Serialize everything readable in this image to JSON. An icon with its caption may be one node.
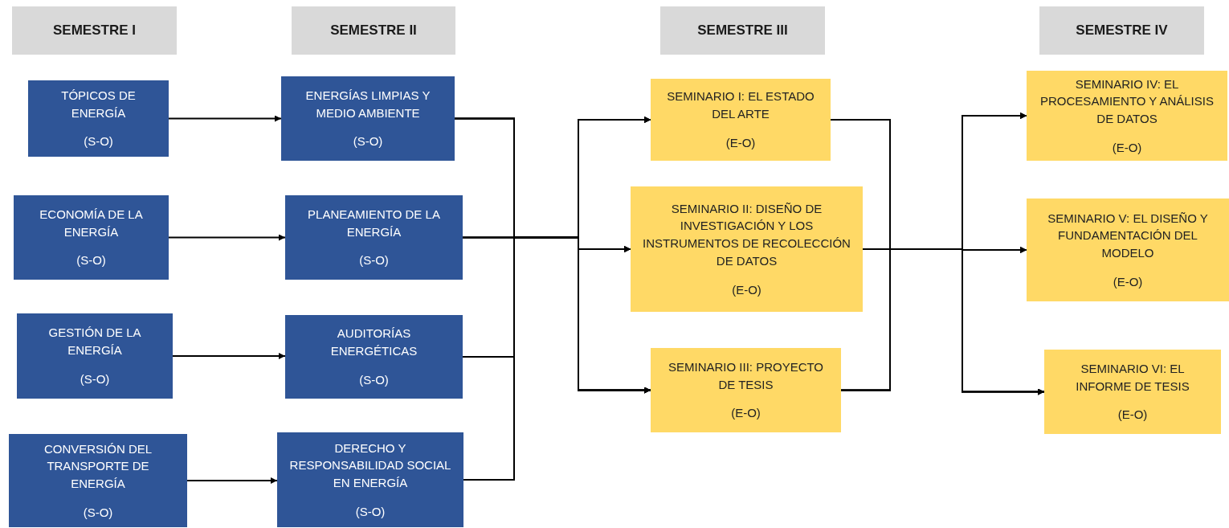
{
  "diagram": {
    "nodes": [
      {
        "text": [
          "SEMESTRE I"
        ]
      },
      {
        "text": [
          "SEMESTRE II"
        ]
      },
      {
        "text": [
          "SEMESTRE III"
        ]
      },
      {
        "text": [
          "SEMESTRE IV"
        ]
      },
      {
        "text": [
          "TÓPICOS DE ENERGÍA",
          "(S-O)"
        ]
      },
      {
        "text": [
          "ECONOMÍA DE LA ENERGÍA",
          "(S-O)"
        ]
      },
      {
        "text": [
          "GESTIÓN DE LA ENERGÍA",
          "(S-O)"
        ]
      },
      {
        "text": [
          "CONVERSIÓN DEL TRANSPORTE DE ENERGÍA",
          "(S-O)"
        ]
      },
      {
        "text": [
          "ENERGÍAS LIMPIAS Y MEDIO AMBIENTE",
          "(S-O)"
        ]
      },
      {
        "text": [
          "PLANEAMIENTO DE LA ENERGÍA",
          "(S-O)"
        ]
      },
      {
        "text": [
          "AUDITORÍAS ENERGÉTICAS",
          "(S-O)"
        ]
      },
      {
        "text": [
          "DERECHO Y RESPONSABILIDAD SOCIAL EN ENERGÍA",
          "(S-O)"
        ]
      },
      {
        "text": [
          "SEMINARIO I: EL ESTADO DEL ARTE",
          "(E-O)"
        ]
      },
      {
        "text": [
          "SEMINARIO II: DISEÑO DE INVESTIGACIÓN Y LOS INSTRUMENTOS DE RECOLECCIÓN DE DATOS",
          "(E-O)"
        ]
      },
      {
        "text": [
          "SEMINARIO III: PROYECTO DE TESIS",
          "(E-O)"
        ]
      },
      {
        "text": [
          "SEMINARIO IV: EL PROCESAMIENTO Y ANÁLISIS DE DATOS",
          "(E-O)"
        ]
      },
      {
        "text": [
          "SEMINARIO V: EL DISEÑO Y FUNDAMENTACIÓN DEL MODELO",
          "(E-O)"
        ]
      },
      {
        "text": [
          "SEMINARIO VI: EL INFORME DE TESIS",
          "(E-O)"
        ]
      }
    ],
    "edges": [
      {
        "from": 4,
        "to": 8,
        "arrow": "to"
      },
      {
        "from": 5,
        "to": 9,
        "arrow": "to"
      },
      {
        "from": 6,
        "to": 10,
        "arrow": "to"
      },
      {
        "from": 7,
        "to": 11,
        "arrow": "to"
      },
      {
        "from": 8,
        "to": 12,
        "arrow": "to"
      },
      {
        "from": 8,
        "to": 13,
        "arrow": "to"
      },
      {
        "from": 8,
        "to": 14,
        "arrow": "to"
      },
      {
        "from": 9,
        "to": 12,
        "arrow": "to"
      },
      {
        "from": 9,
        "to": 13,
        "arrow": "to"
      },
      {
        "from": 9,
        "to": 14,
        "arrow": "to"
      },
      {
        "from": 10,
        "to": 12,
        "arrow": "to"
      },
      {
        "from": 10,
        "to": 13,
        "arrow": "to"
      },
      {
        "from": 10,
        "to": 14,
        "arrow": "to"
      },
      {
        "from": 11,
        "to": 12,
        "arrow": "to"
      },
      {
        "from": 11,
        "to": 13,
        "arrow": "to"
      },
      {
        "from": 11,
        "to": 14,
        "arrow": "to"
      },
      {
        "from": 12,
        "to": 15,
        "arrow": "to"
      },
      {
        "from": 12,
        "to": 16,
        "arrow": "to"
      },
      {
        "from": 12,
        "to": 17,
        "arrow": "to"
      },
      {
        "from": 13,
        "to": 15,
        "arrow": "to"
      },
      {
        "from": 13,
        "to": 16,
        "arrow": "to"
      },
      {
        "from": 13,
        "to": 17,
        "arrow": "to"
      },
      {
        "from": 14,
        "to": 15,
        "arrow": "to"
      },
      {
        "from": 14,
        "to": 16,
        "arrow": "to"
      },
      {
        "from": 14,
        "to": 17,
        "arrow": "to"
      }
    ]
  }
}
